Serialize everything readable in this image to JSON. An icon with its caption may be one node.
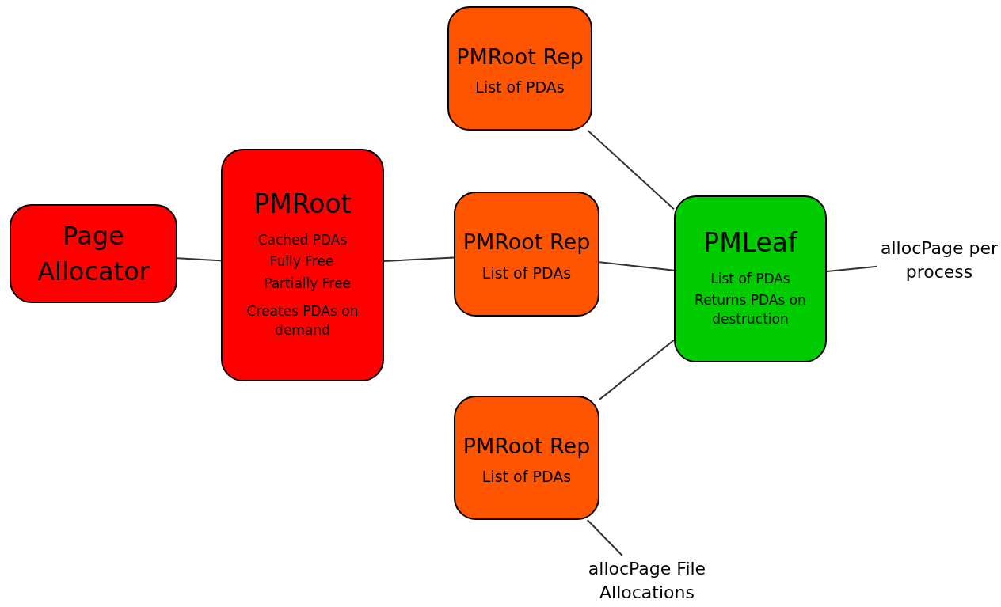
{
  "diagram": {
    "nodes": [
      {
        "text": [
          "Page Allocator"
        ]
      },
      {
        "text": [
          "PMRoot",
          "Cached PDAs",
          "Fully Free",
          "Partially Free",
          "Creates PDAs on demand"
        ]
      },
      {
        "text": [
          "PMRoot Rep",
          "List of PDAs"
        ]
      },
      {
        "text": [
          "PMRoot Rep",
          "List of PDAs"
        ]
      },
      {
        "text": [
          "PMLeaf",
          "List of PDAs",
          "Returns PDAs on destruction"
        ]
      },
      {
        "text": [
          "PMRoot Rep",
          "List of PDAs"
        ]
      },
      {
        "text": [
          "allocPage per process"
        ]
      },
      {
        "text": [
          "allocPage File Allocations"
        ]
      }
    ],
    "edges": [
      {
        "from": 0,
        "to": 1,
        "arrow": "none"
      },
      {
        "from": 1,
        "to": 3,
        "arrow": "none"
      },
      {
        "from": 3,
        "to": 4,
        "arrow": "none"
      },
      {
        "from": 2,
        "to": 4,
        "arrow": "none"
      },
      {
        "from": 5,
        "to": 4,
        "arrow": "none"
      },
      {
        "from": 4,
        "to": 6,
        "arrow": "none"
      },
      {
        "from": 5,
        "to": 7,
        "arrow": "none"
      }
    ]
  }
}
